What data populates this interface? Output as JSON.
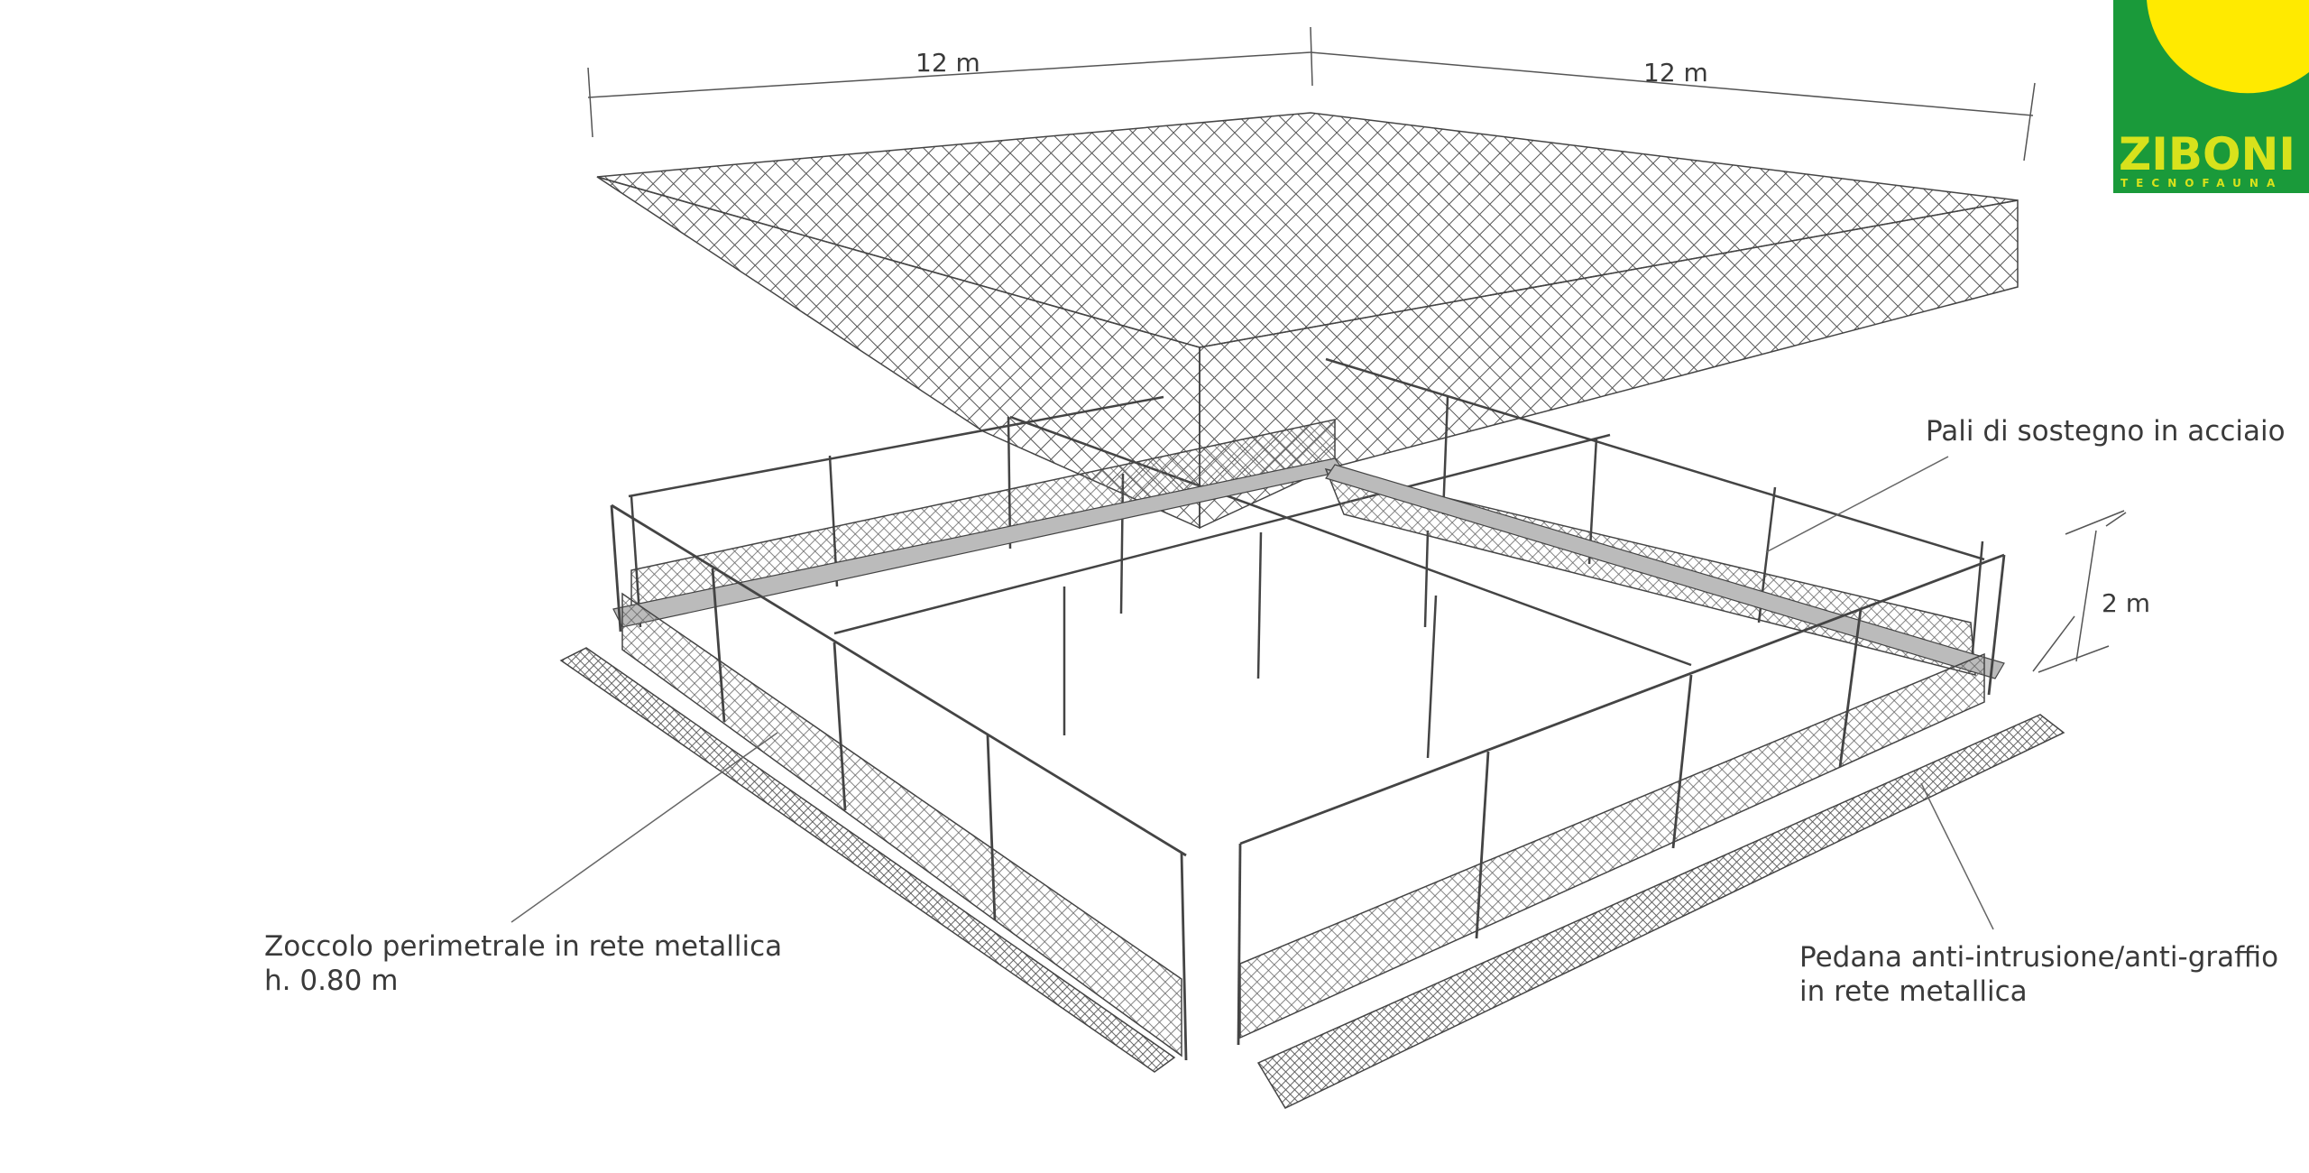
{
  "dimensions": {
    "width_left": "12 m",
    "width_right": "12 m",
    "height": "2 m"
  },
  "labels": {
    "poles": "Pali di sostegno in acciaio",
    "plinth_line1": "Zoccolo perimetrale in rete metallica",
    "plinth_line2": "h. 0.80 m",
    "platform_line1": "Pedana anti-intrusione/anti-graffio",
    "platform_line2": "in rete metallica"
  },
  "logo": {
    "name": "ZIBONI",
    "tagline": "TECNOFAUNA",
    "colors": {
      "green": "#1a9a3a",
      "yellow": "#ffea00",
      "text": "#d8e21c"
    }
  }
}
